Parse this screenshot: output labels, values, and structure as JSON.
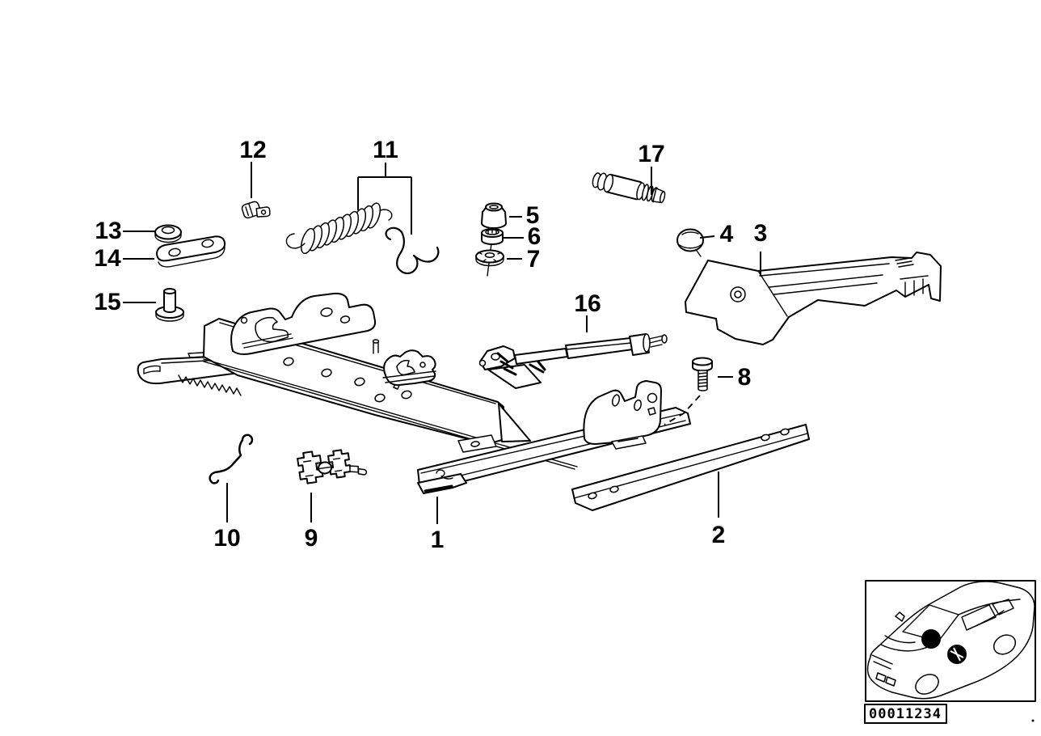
{
  "page": {
    "background_color": "#ffffff",
    "line_color": "#000000"
  },
  "diagram": {
    "code": "00011234",
    "callouts": [
      {
        "label": "1"
      },
      {
        "label": "2"
      },
      {
        "label": "3"
      },
      {
        "label": "4"
      },
      {
        "label": "5"
      },
      {
        "label": "6"
      },
      {
        "label": "7"
      },
      {
        "label": "8"
      },
      {
        "label": "9"
      },
      {
        "label": "10"
      },
      {
        "label": "11"
      },
      {
        "label": "12"
      },
      {
        "label": "13"
      },
      {
        "label": "14"
      },
      {
        "label": "15"
      },
      {
        "label": "16"
      },
      {
        "label": "17"
      }
    ]
  }
}
